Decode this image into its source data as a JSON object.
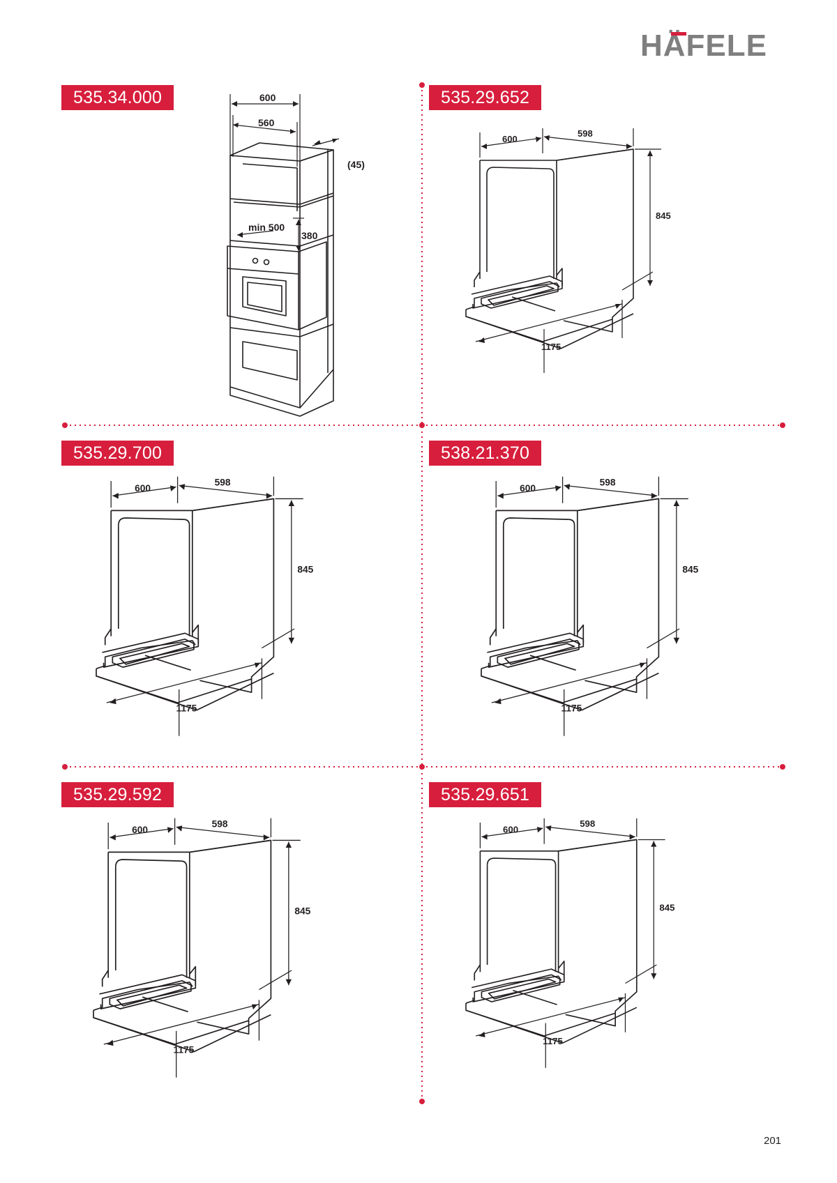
{
  "brand": {
    "name": "HÄFELE",
    "accent_color": "#d71e3c",
    "text_color": "#7f7f7f"
  },
  "product_codes": {
    "a": "535.34.000",
    "b": "535.29.652",
    "c": "535.29.700",
    "d": "538.21.370",
    "e": "535.29.592",
    "f": "535.29.651"
  },
  "oven_diagram": {
    "width": "600",
    "inner_width": "560",
    "angle": "(45)",
    "min_depth": "min 500",
    "height": "380"
  },
  "dishwasher_dims": {
    "width": "600",
    "depth": "598",
    "height": "845",
    "open_depth": "1175"
  },
  "page_number": "201",
  "divider_color": "#d71e3c"
}
